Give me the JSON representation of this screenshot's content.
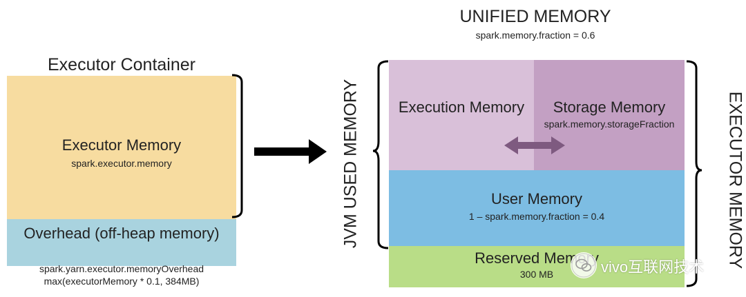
{
  "left": {
    "title": "Executor Container",
    "executor_memory": {
      "label": "Executor Memory",
      "sub": "spark.executor.memory"
    },
    "overhead": {
      "label": "Overhead (off-heap memory)",
      "sub1": "spark.yarn.executor.memoryOverhead",
      "sub2": "max(executorMemory * 0.1, 384MB)"
    }
  },
  "right": {
    "title": "UNIFIED MEMORY",
    "subtitle": "spark.memory.fraction = 0.6",
    "execution": {
      "label": "Execution Memory"
    },
    "storage": {
      "label": "Storage Memory",
      "sub": "spark.memory.storageFraction"
    },
    "user": {
      "label": "User Memory",
      "sub": "1 – spark.memory.fraction = 0.4"
    },
    "reserved": {
      "label": "Reserved Memory",
      "sub": "300 MB"
    },
    "jvm_label": "JVM USED MEMORY",
    "executor_label": "EXECUTOR MEMORY"
  },
  "watermark": {
    "text": "vivo互联网技术"
  },
  "colors": {
    "executor_memory": "#f7dca0",
    "overhead": "#a9d3df",
    "execution": "#d9c0d9",
    "storage": "#c3a0c3",
    "user": "#7dbde3",
    "reserved": "#b9dd87",
    "arrow_main": "#000000",
    "arrow_double": "#7e5a80"
  },
  "icons": [
    "right-arrow-icon",
    "double-arrow-icon",
    "wechat-icon"
  ]
}
